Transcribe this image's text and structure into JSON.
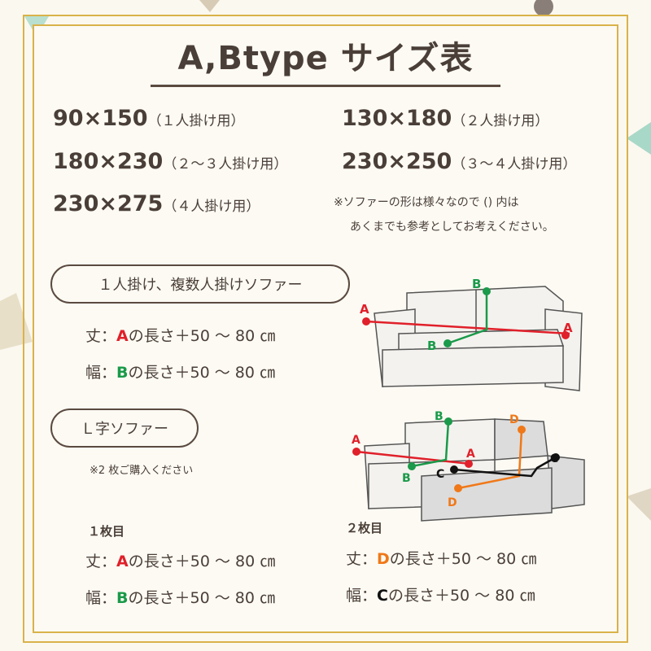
{
  "title": "A,Btype サイズ表",
  "sizes": [
    {
      "num": "90×150",
      "paren": "（１人掛け用）"
    },
    {
      "num": "130×180",
      "paren": "（２人掛け用）"
    },
    {
      "num": "180×230",
      "paren": "（２〜３人掛け用）"
    },
    {
      "num": "230×250",
      "paren": "（３〜４人掛け用）"
    },
    {
      "num": "230×275",
      "paren": "（４人掛け用）"
    }
  ],
  "note": {
    "line1": "※ソファーの形は様々なので () 内は",
    "line2": "あくまでも参考としてお考えください。"
  },
  "section1": {
    "heading": "１人掛け、複数人掛けソファー",
    "length": {
      "prefix": "丈：",
      "letter": "A",
      "suffix": "の長さ＋50 〜 80 ㎝"
    },
    "width": {
      "prefix": "幅：",
      "letter": "B",
      "suffix": "の長さ＋50 〜 80 ㎝"
    }
  },
  "section2": {
    "heading": "Ｌ字ソファー",
    "notice": "※2 枚ご購入ください",
    "sheet1": {
      "label": "１枚目",
      "length": {
        "prefix": "丈：",
        "letter": "A",
        "suffix": "の長さ＋50 〜 80 ㎝"
      },
      "width": {
        "prefix": "幅：",
        "letter": "B",
        "suffix": "の長さ＋50 〜 80 ㎝"
      }
    },
    "sheet2": {
      "label": "２枚目",
      "length": {
        "prefix": "丈：",
        "letter": "D",
        "suffix": "の長さ＋50 〜 80 ㎝"
      },
      "width": {
        "prefix": "幅：",
        "letter": "C",
        "suffix": "の長さ＋50 〜 80 ㎝"
      }
    }
  },
  "diagram_labels": {
    "a": "A",
    "b": "B",
    "c": "C",
    "d": "D"
  },
  "colors": {
    "gold": "#d9b24a",
    "red": "#e0202a",
    "green": "#1a9a4a",
    "orange": "#f07818",
    "black": "#111111",
    "text": "#4a3f38"
  }
}
